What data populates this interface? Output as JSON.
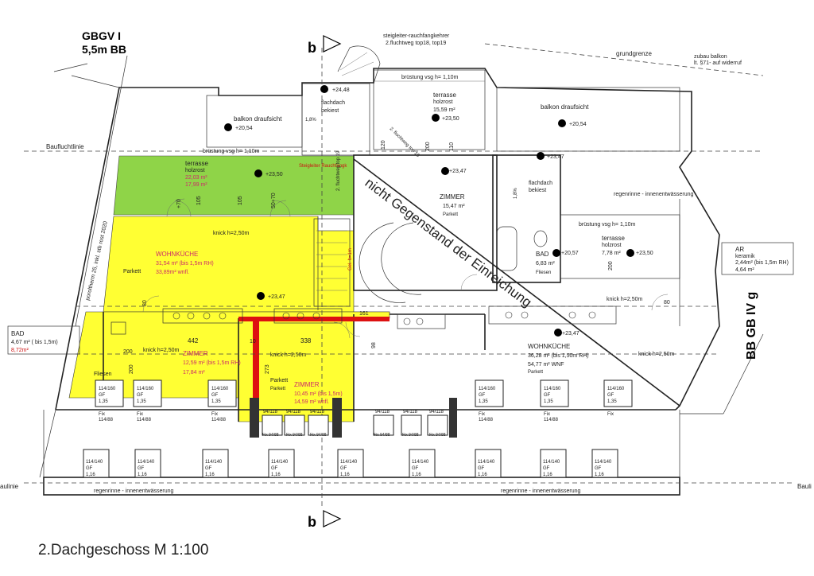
{
  "title": {
    "text": "2.Dachgeschoss   M 1:100"
  },
  "corner_label": {
    "line1": "GBGV I",
    "line2": "5,5m BB"
  },
  "right_label": {
    "text": "BB GB IV g"
  },
  "side_label": {
    "text": "poroltherm 25, inkl. stb rost 2020"
  },
  "lines": {
    "baufluchtlinie": "Baufluchtlinie",
    "baulinie_left": "aulinie",
    "baulinie_right": "Bauli",
    "grundgrenze": "grundgrenze",
    "gutter_left": "regenrinne - innenentwässerung",
    "gutter_mid": "regenrinne - innenentwässerung",
    "gutter_top": "regenrinne - innenentwässerung"
  },
  "section_marks": {
    "top": "b",
    "bottom": "b"
  },
  "stair_note": {
    "line1": "steigleiter-rauchfangkehrer",
    "line2": "2.fluchtweg top18, top19"
  },
  "balcony_note": {
    "line1": "zubau balkon",
    "line2": "lt. §71- auf widerruf"
  },
  "not_subject": {
    "text": "nicht Gegenstand der Einreichung"
  },
  "rooms": {
    "balkon_left": {
      "name": "balkon draufsicht",
      "level": "+20,54"
    },
    "balkon_right": {
      "name": "balkon draufsicht",
      "level": "+20,54"
    },
    "terrasse_top": {
      "rail": "brüstung vsg  h= 1,10m",
      "name": "terrasse",
      "material": "holzrost",
      "area": "15,59 m²",
      "level": "+23,50"
    },
    "flachdach_top": {
      "name": "flachdach",
      "material": "bekiest",
      "slope": "1,8%"
    },
    "terrasse_green": {
      "rail": "brüstung vsg  h= 1,10m",
      "name": "terrasse",
      "material": "holzrost",
      "area1": "22,03 m²",
      "area2": "17,99 m²",
      "level": "+23,50"
    },
    "wohnkueche_left": {
      "name": "WOHNKÜCHE",
      "area1": "31,54 m² (bis 1,5m RH)",
      "area2": "33,89m² wnfl.",
      "floor": "Parkett",
      "level": "+23,47",
      "knick": "knick h=2,50m"
    },
    "zimmer_mid": {
      "name": "ZIMMER",
      "area": "15,47  m²",
      "floor": "Parkett",
      "level": "+23,47"
    },
    "flachdach_right": {
      "name": "flachdach",
      "material": "bekiest",
      "slope": "1,8%"
    },
    "bad_mid": {
      "name": "BAD",
      "area": "6,83  m²",
      "floor": "Fliesen",
      "level": "+20,57"
    },
    "terrasse_right": {
      "rail": "brüstung vsg  h= 1,10m",
      "name": "terrasse",
      "material": "holzrost",
      "area": "7,78 m²",
      "level": "+23,50"
    },
    "ar": {
      "name": "AR",
      "material": "keramik",
      "area1": "2,44m² (bis 1,5m RH)",
      "area2": "4,64 m²"
    },
    "bad_left": {
      "name": "BAD",
      "area1": "4,67  m² ( bis 1,5m)",
      "area2": "8,72m²",
      "floor": "Fliesen"
    },
    "zimmer_left": {
      "name": "ZIMMER",
      "area1": "12,59 m² (bis 1,5m RH)",
      "area2": "17,84 m²",
      "floor": "Parkett",
      "knick": "knick h=2,50m"
    },
    "zimmer_small": {
      "name": "ZIMMER",
      "area1": "10,45 m² (bis 1,5m)",
      "area2": "14,59 m² wnfl.",
      "floor": "Parkett",
      "knick": "knick h=2,50m"
    },
    "wohnkueche_right": {
      "name": "WOHNKÜCHE",
      "area1": "36,28  m² (bis 1,50m RH)",
      "area2": "54,77 m² WNF",
      "floor": "Parkett",
      "level": "+23,47",
      "knick1": "knick h=2,50m",
      "knick2": "knick h=2,50m"
    }
  },
  "stair": {
    "label": "Steigleiter Rauchfangk",
    "flight": "2. fluchtweg top 19",
    "flight2": "2. fluchtweg top 18",
    "gel": "Gel. h=1m"
  },
  "levels": {
    "a": "+24,48",
    "b": "+23,47",
    "c": "+23,47"
  },
  "dims": {
    "d442": "442",
    "d10": "10",
    "d338": "338",
    "d161": "161",
    "d273": "273",
    "d98": "98",
    "d200a": "200",
    "d200b": "200",
    "d80a": "80",
    "d80b": "80",
    "d105a": "105",
    "d105b": "105",
    "d70a": "+70",
    "d70b": "50+70",
    "d110": "110",
    "d120": "120",
    "d200c": "200",
    "d200d": "200"
  },
  "windows": {
    "dachfenster": "114/160",
    "gf": "GF",
    "sill": "1,35",
    "fix": "Fix",
    "fix_size": "114/88",
    "dachfenster_lower": "114/140",
    "sill_lower": "1,16",
    "balkon_size": "94/118",
    "balkon_fix": "Fix 94/88"
  }
}
